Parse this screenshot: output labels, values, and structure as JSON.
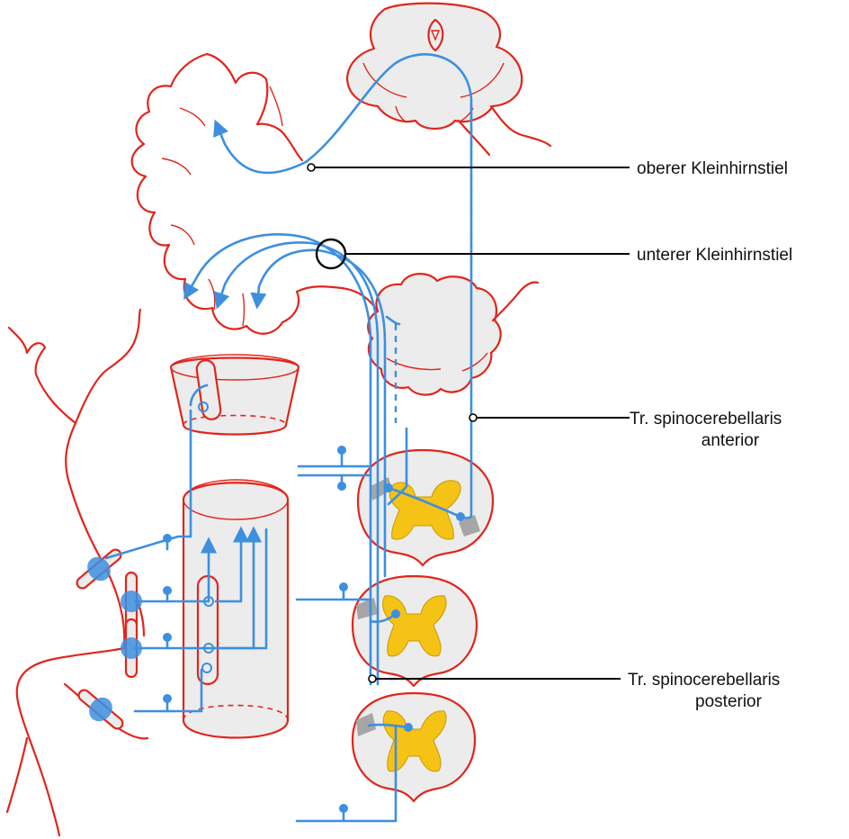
{
  "labels": {
    "superior_peduncle": "oberer Kleinhirnstiel",
    "inferior_peduncle": "unterer Kleinhirnstiel",
    "anterior_tract_line1": "Tr. spinocerebellaris",
    "anterior_tract_line2": "anterior",
    "posterior_tract_line1": "Tr. spinocerebellaris",
    "posterior_tract_line2": "posterior"
  },
  "colors": {
    "structure_outline": "#e1251b",
    "tract": "#3d8fe0",
    "gray_matter": "#f5c216",
    "tissue_fill": "#ececec"
  }
}
